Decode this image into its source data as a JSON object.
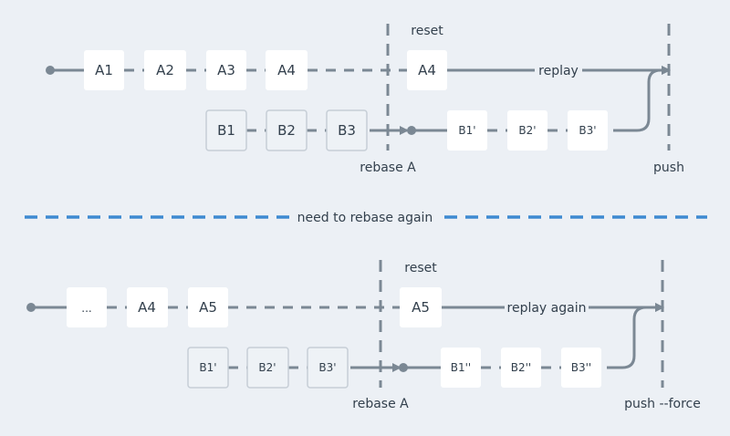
{
  "top": {
    "reset_label": "reset",
    "replay_label": "replay",
    "rebase_label": "rebase A",
    "push_label": "push",
    "main_commits": [
      "A1",
      "A2",
      "A3",
      "A4"
    ],
    "reset_commit": "A4",
    "branch_commits": [
      "B1",
      "B2",
      "B3"
    ],
    "rebased_commits": [
      "B1'",
      "B2'",
      "B3'"
    ]
  },
  "divider_label": "need to rebase again",
  "bottom": {
    "reset_label": "reset",
    "replay_label": "replay again",
    "rebase_label": "rebase A",
    "push_label": "push --force",
    "main_commits": [
      "...",
      "A4",
      "A5"
    ],
    "reset_commit": "A5",
    "branch_commits": [
      "B1'",
      "B2'",
      "B3'"
    ],
    "rebased_commits": [
      "B1''",
      "B2''",
      "B3''"
    ]
  },
  "colors": {
    "background": "#ecf0f5",
    "line": "#7b8894",
    "divider": "#3e8ad1",
    "text": "#33404d"
  }
}
